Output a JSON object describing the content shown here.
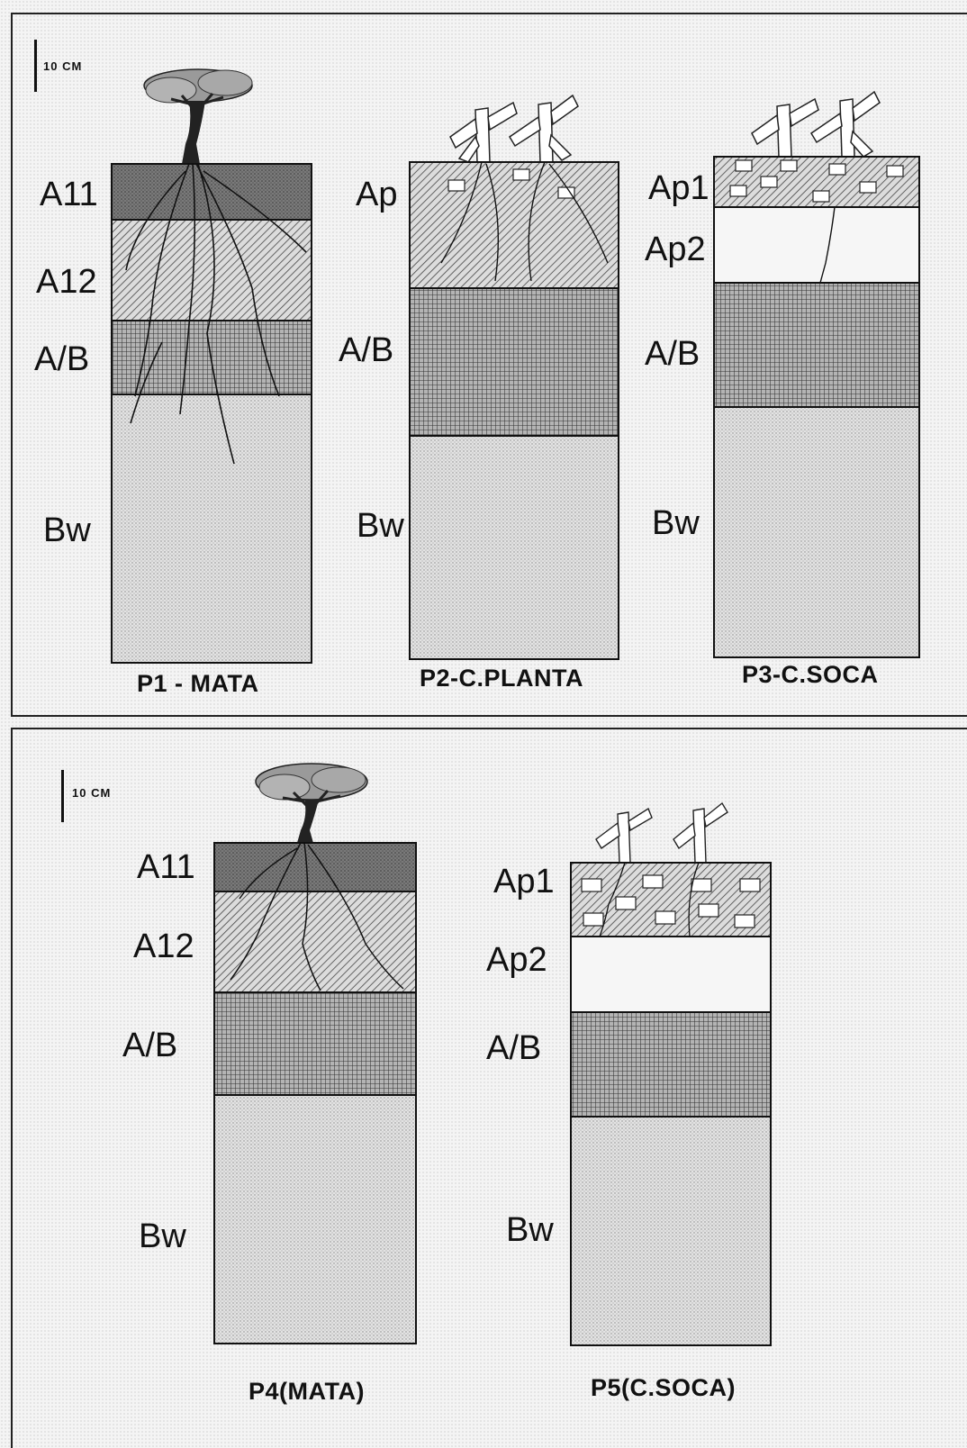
{
  "scale": {
    "top_label": "10 CM",
    "bottom_label": "10 CM"
  },
  "profiles": {
    "p1": {
      "title": "P1 - MATA",
      "vegetation": "tree",
      "horizons": [
        "A11",
        "A12",
        "A/B",
        "Bw"
      ]
    },
    "p2": {
      "title": "P2-C.PLANTA",
      "vegetation": "sugarcane",
      "horizons": [
        "Ap",
        "A/B",
        "Bw"
      ]
    },
    "p3": {
      "title": "P3-C.SOCA",
      "vegetation": "sugarcane",
      "horizons": [
        "Ap1",
        "Ap2",
        "A/B",
        "Bw"
      ]
    },
    "p4": {
      "title": "P4(MATA)",
      "vegetation": "tree",
      "horizons": [
        "A11",
        "A12",
        "A/B",
        "Bw"
      ]
    },
    "p5": {
      "title": "P5(C.SOCA)",
      "vegetation": "sugarcane",
      "horizons": [
        "Ap1",
        "Ap2",
        "A/B",
        "Bw"
      ]
    }
  }
}
